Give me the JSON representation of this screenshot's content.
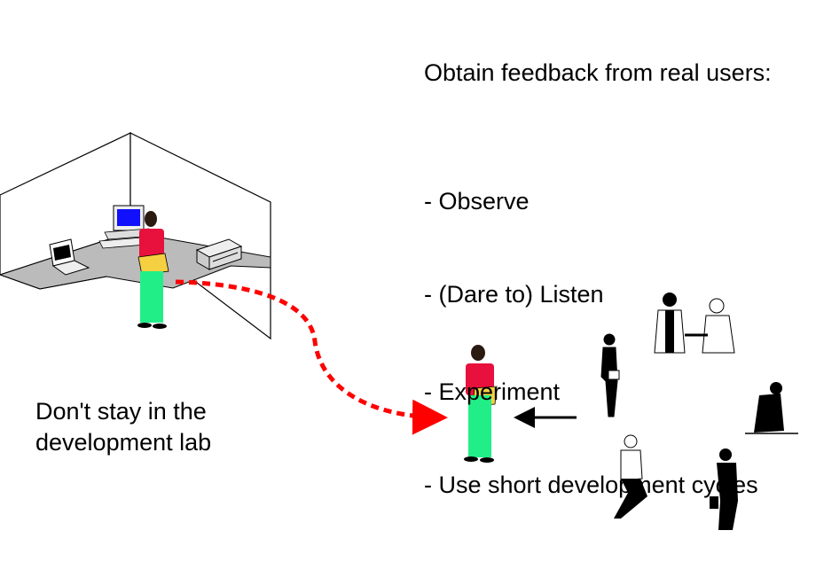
{
  "heading": "Obtain feedback from real users:",
  "bullets": [
    "- Observe",
    "- (Dare to) Listen",
    "- Experiment",
    "- Use short development cycles"
  ],
  "caption_line1": "Don't stay in the",
  "caption_line2": "development lab",
  "colors": {
    "dashed_path": "#ff0000",
    "shirt": "#e8103c",
    "pants": "#22ee88",
    "folder": "#f5d040",
    "screen": "#1010ff",
    "floor": "#bbbbbb"
  },
  "icons": [
    "office-cubicle-icon",
    "computer-monitor-icon",
    "laptop-icon",
    "printer-icon",
    "developer-person-icon",
    "user-silhouette-icon"
  ]
}
